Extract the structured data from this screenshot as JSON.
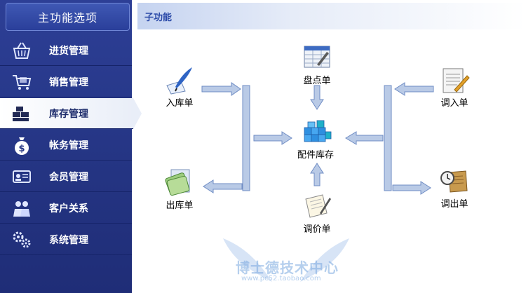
{
  "sidebar": {
    "title": "主功能选项",
    "items": [
      {
        "label": "进货管理",
        "icon": "basket-icon",
        "active": false
      },
      {
        "label": "销售管理",
        "icon": "cart-icon",
        "active": false
      },
      {
        "label": "库存管理",
        "icon": "gold-bars-icon",
        "active": true
      },
      {
        "label": "帐务管理",
        "icon": "money-bag-icon",
        "active": false
      },
      {
        "label": "会员管理",
        "icon": "member-card-icon",
        "active": false
      },
      {
        "label": "客户关系",
        "icon": "people-icon",
        "active": false
      },
      {
        "label": "系统管理",
        "icon": "gears-icon",
        "active": false
      }
    ]
  },
  "main": {
    "title": "子功能",
    "nodes": {
      "stock_in": "入库单",
      "stock_out": "出库单",
      "stocktake": "盘点单",
      "parts_inventory": "配件库存",
      "price_adjust": "调价单",
      "transfer_in": "调入单",
      "transfer_out": "调出单"
    }
  },
  "watermark": {
    "text": "博士德技术中心",
    "url": "www.pc52.taobao.com"
  },
  "colors": {
    "sidebar_bg": "#243482",
    "header_title": "#2b4aa8",
    "arrow_fill": "#b9cae6",
    "arrow_stroke": "#6f8cc4"
  }
}
